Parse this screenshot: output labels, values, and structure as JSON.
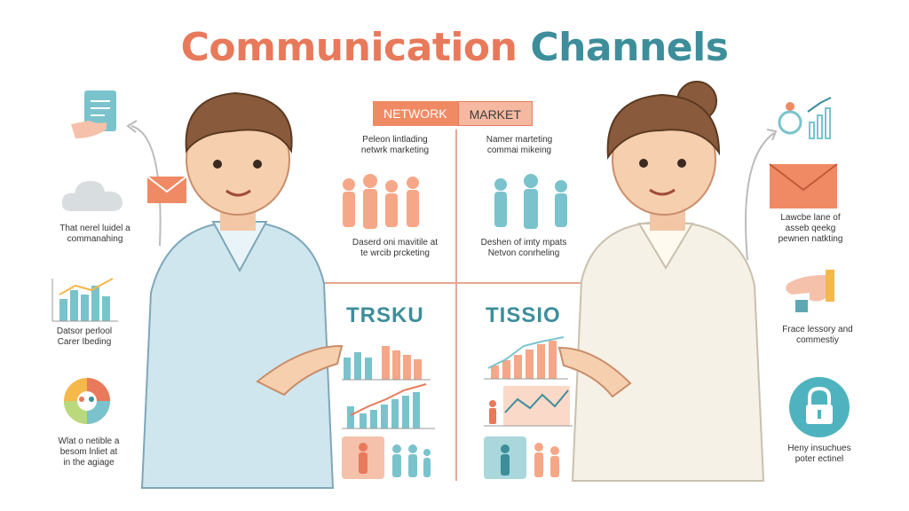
{
  "title": {
    "word1": "Communication",
    "word2": "Channels"
  },
  "tabs": [
    "NETWORK",
    "MARKET"
  ],
  "center": {
    "left_top": "Peleon lintlading\nnetwrk marketing",
    "right_top": "Namer marteting\ncommai mikeing",
    "left_mid": "Daserd oni mavitile at\nte wrcib prcketing",
    "right_mid": "Deshen of imty mpats\nNetvon conrheling",
    "left_label": "TRSKU",
    "right_label": "TISSIO"
  },
  "left_side": {
    "item1": "That nerel luidel a\ncommanahing",
    "item2": "Datsor perlool\nCarer Ibeding",
    "item3": "Wlat o netible a\nbesom lnliet at\nin the agiage"
  },
  "right_side": {
    "item1": "Lawcbe lane of\nasseb qeekg\npewnen natkting",
    "item2": "Frace lessory and\ncommestiy",
    "item3": "Heny insuchues\npoter ectinel"
  },
  "colors": {
    "coral": "#f08a64",
    "teal": "#3d8e9a",
    "peach": "#f5b9a2",
    "light_teal": "#7ac3cc"
  }
}
